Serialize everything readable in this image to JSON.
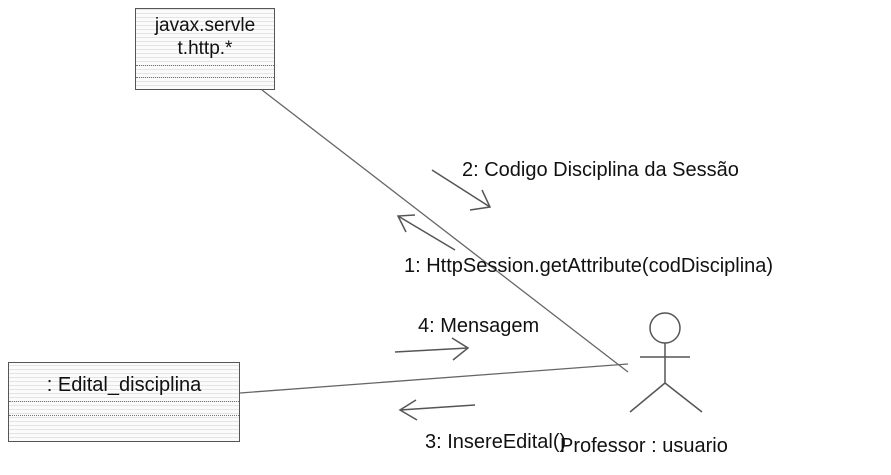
{
  "classes": {
    "servlet": {
      "name_line1": "javax.servle",
      "name_line2": "t.http.*"
    },
    "edital": {
      "name": ": Edital_disciplina"
    }
  },
  "actor": {
    "name": "Professor : usuario"
  },
  "messages": {
    "m1": "1: HttpSession.getAttribute(codDisciplina)",
    "m2": "2: Codigo Disciplina da Sessão",
    "m3": "3: InsereEdital()",
    "m4": "4: Mensagem"
  }
}
